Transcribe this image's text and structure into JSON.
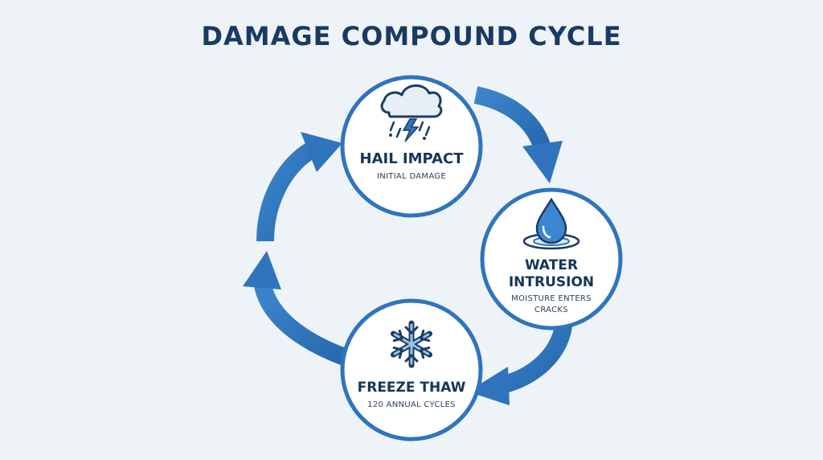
{
  "title": "DAMAGE COMPOUND CYCLE",
  "colors": {
    "background": "#eef3f8",
    "primary_blue": "#2f74bd",
    "dark_navy": "#153559",
    "node_fill": "#ffffff"
  },
  "nodes": [
    {
      "title": "HAIL IMPACT",
      "subtitle": "INITIAL DAMAGE",
      "icon": "storm-cloud-icon"
    },
    {
      "title_line1": "WATER",
      "title_line2": "INTRUSION",
      "subtitle_line1": "MOISTURE ENTERS",
      "subtitle_line2": "CRACKS",
      "icon": "water-drop-icon"
    },
    {
      "title": "FREEZE THAW",
      "subtitle": "120 ANNUAL CYCLES",
      "icon": "snowflake-icon"
    }
  ]
}
